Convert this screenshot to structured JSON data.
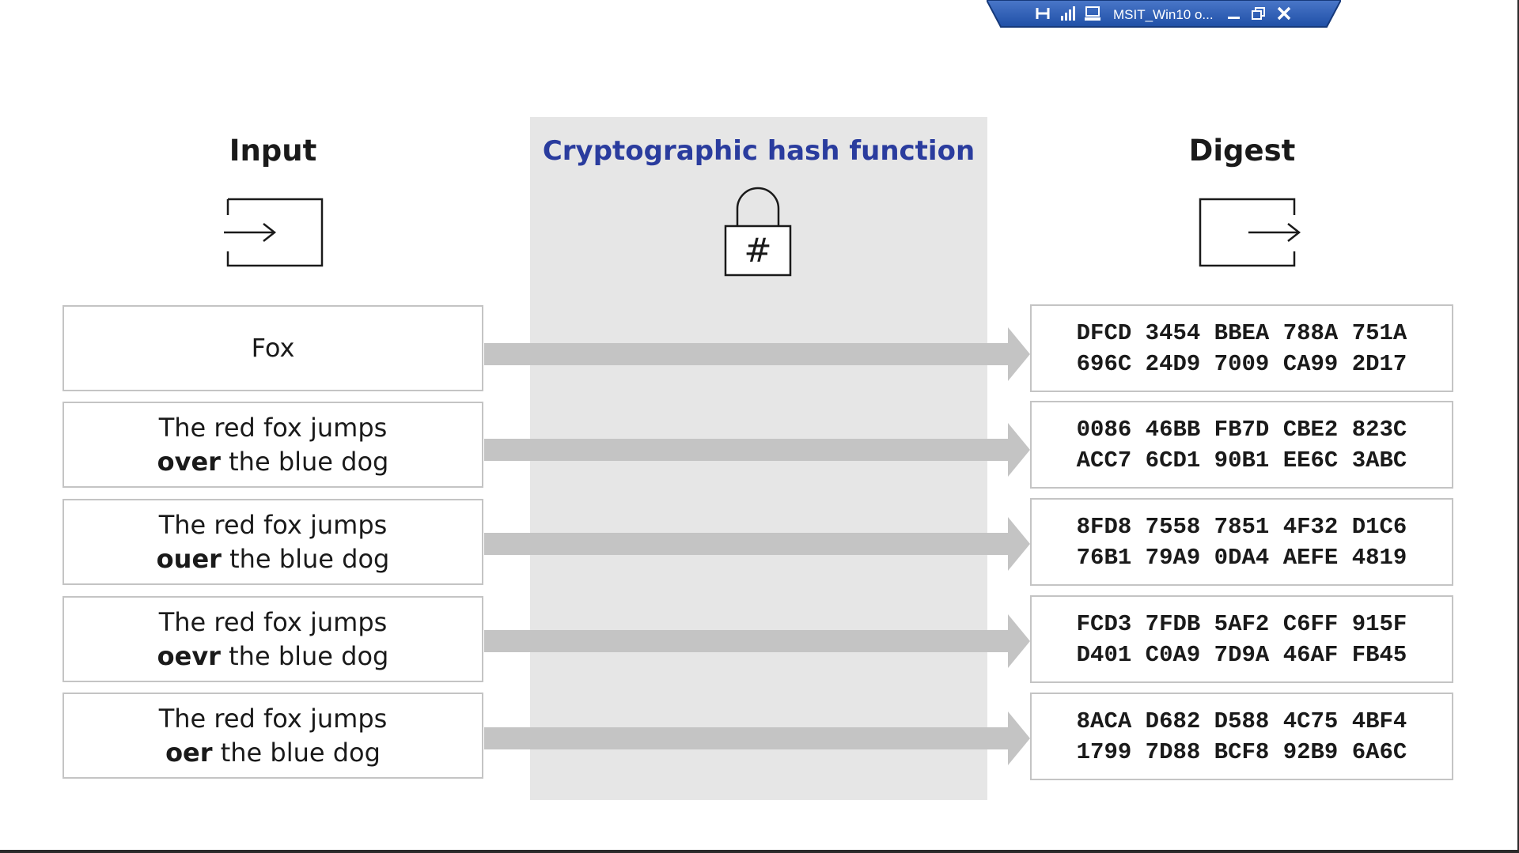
{
  "remote_bar": {
    "title": "MSIT_Win10 o...",
    "icons": [
      "pin-icon",
      "signal-icon",
      "computer-icon",
      "minimize-icon",
      "restore-icon",
      "close-icon"
    ],
    "color": "#1f4fa6"
  },
  "headings": {
    "input": "Input",
    "hash": "Cryptographic hash function",
    "digest": "Digest"
  },
  "icons": {
    "input": "enter-box-arrow-icon",
    "hash": "padlock-hash-icon",
    "hash_symbol": "#",
    "digest": "exit-box-arrow-icon"
  },
  "rows": [
    {
      "input_line1": "Fox",
      "input_bold": "",
      "input_rest": "",
      "digest_line1": "DFCD 3454 BBEA 788A 751A",
      "digest_line2": "696C 24D9 7009 CA99 2D17"
    },
    {
      "input_line1": "The red fox jumps",
      "input_bold": "over",
      "input_rest": " the blue dog",
      "digest_line1": "0086 46BB FB7D CBE2 823C",
      "digest_line2": "ACC7 6CD1 90B1 EE6C 3ABC"
    },
    {
      "input_line1": "The red fox jumps",
      "input_bold": "ouer",
      "input_rest": " the blue dog",
      "digest_line1": "8FD8 7558 7851 4F32 D1C6",
      "digest_line2": "76B1 79A9 0DA4 AEFE 4819"
    },
    {
      "input_line1": "The red fox jumps",
      "input_bold": "oevr",
      "input_rest": " the blue dog",
      "digest_line1": "FCD3 7FDB 5AF2 C6FF 915F",
      "digest_line2": "D401 C0A9 7D9A 46AF FB45"
    },
    {
      "input_line1": "The red fox jumps",
      "input_bold": "oer",
      "input_rest": " the blue dog",
      "digest_line1": "8ACA D682 D588 4C75 4BF4",
      "digest_line2": "1799 7D88 BCF8 92B9 6A6C"
    }
  ],
  "colors": {
    "hash_heading": "#2a3c9e",
    "band": "#e6e6e6",
    "arrow": "#c4c4c4",
    "box_border": "#c4c4c4"
  }
}
